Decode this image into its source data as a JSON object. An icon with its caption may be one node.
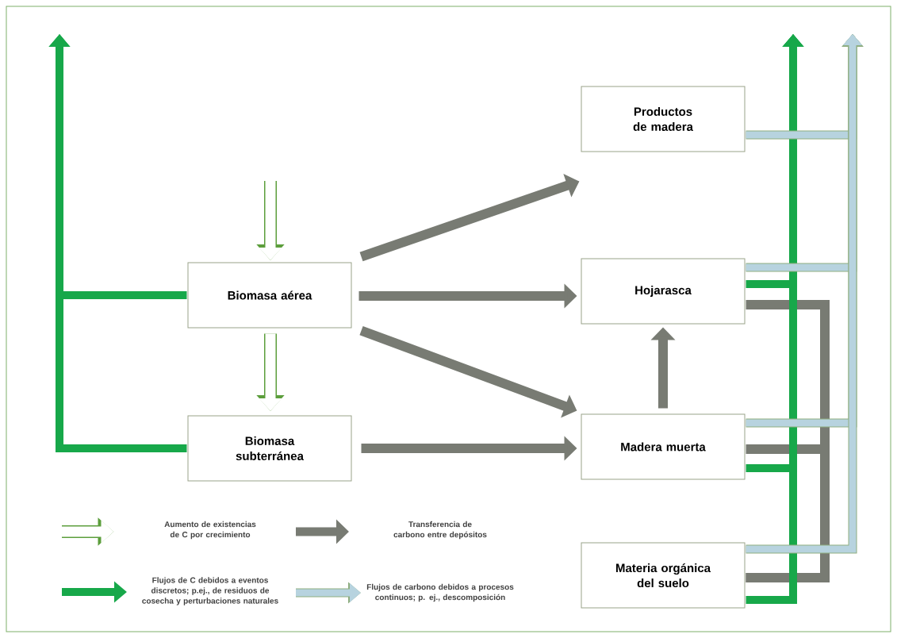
{
  "diagram": {
    "nodes": [
      {
        "text": [
          "Biomasa aérea"
        ]
      },
      {
        "text": [
          "Biomasa subterránea"
        ]
      },
      {
        "text": [
          "Productos de madera"
        ]
      },
      {
        "text": [
          "Hojarasca"
        ]
      },
      {
        "text": [
          "Madera muerta"
        ]
      },
      {
        "text": [
          "Materia orgánica del suelo"
        ]
      }
    ],
    "edges": [
      {
        "from": null,
        "to": 0,
        "arrow": "to",
        "color": "#ffffff"
      },
      {
        "from": 0,
        "to": 1,
        "arrow": "to",
        "color": "#ffffff"
      },
      {
        "from": 0,
        "to": 2,
        "arrow": "to"
      },
      {
        "from": 0,
        "to": 3,
        "arrow": "to"
      },
      {
        "from": 0,
        "to": 4,
        "arrow": "to"
      },
      {
        "from": 1,
        "to": 4,
        "arrow": "to"
      },
      {
        "from": 4,
        "to": 3,
        "arrow": "to"
      },
      {
        "from": 3,
        "to": 5,
        "arrow": "none"
      },
      {
        "from": 4,
        "to": 5,
        "arrow": "none"
      },
      {
        "from": 0,
        "to": null,
        "arrow": "to",
        "color": "#17a84a"
      },
      {
        "from": 1,
        "to": null,
        "arrow": "to",
        "color": "#17a84a"
      },
      {
        "from": 3,
        "to": null,
        "arrow": "to",
        "color": "#17a84a"
      },
      {
        "from": 4,
        "to": null,
        "arrow": "to",
        "color": "#17a84a"
      },
      {
        "from": 5,
        "to": null,
        "arrow": "to",
        "color": "#17a84a"
      },
      {
        "from": 2,
        "to": null,
        "arrow": "to",
        "color": "#b7d3df"
      },
      {
        "from": 3,
        "to": null,
        "arrow": "to",
        "color": "#b7d3df"
      },
      {
        "from": 4,
        "to": null,
        "arrow": "to",
        "color": "#b7d3df"
      },
      {
        "from": 5,
        "to": null,
        "arrow": "to",
        "color": "#b7d3df"
      }
    ],
    "legend": [
      {
        "text": "Aumento de existencias de C por crecimiento"
      },
      {
        "text": "Transferencia de carbono entre depósitos"
      },
      {
        "text": "Flujos de C debidos a eventos discretos; p.ej., de residuos de cosecha y perturbaciones naturales"
      },
      {
        "text": "Flujos de carbono debidos a procesos continuos; p. ej., descomposición"
      }
    ]
  }
}
